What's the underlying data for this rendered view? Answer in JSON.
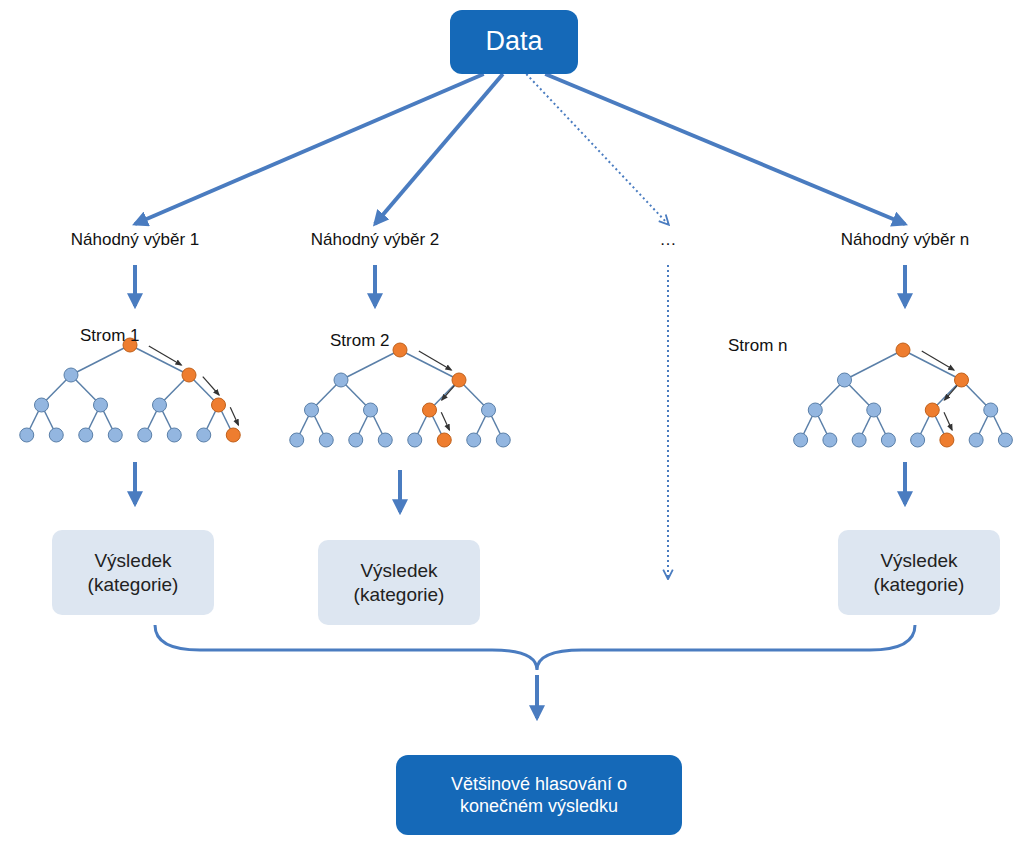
{
  "diagram": {
    "nodes": [
      {
        "text": [
          "Data"
        ]
      },
      {
        "text": [
          "Náhodný výběr 1"
        ]
      },
      {
        "text": [
          "Náhodný výběr 2"
        ]
      },
      {
        "text": [
          "…"
        ]
      },
      {
        "text": [
          "Náhodný výběr n"
        ]
      },
      {
        "text": [
          "Výsledek (kategorie)"
        ]
      },
      {
        "text": [
          "Výsledek (kategorie)"
        ]
      },
      {
        "text": [
          "Výsledek (kategorie)"
        ]
      },
      {
        "text": [
          "Většinové hlasování o konečném výsledku"
        ]
      }
    ],
    "edges": [
      {
        "from": 0,
        "to": 1,
        "arrow": "to"
      },
      {
        "from": 0,
        "to": 2,
        "arrow": "to"
      },
      {
        "from": 0,
        "to": 3,
        "arrow": "to"
      },
      {
        "from": 0,
        "to": 4,
        "arrow": "to"
      }
    ],
    "labels": [
      "Strom 1",
      "Strom 2",
      "Strom n"
    ]
  }
}
